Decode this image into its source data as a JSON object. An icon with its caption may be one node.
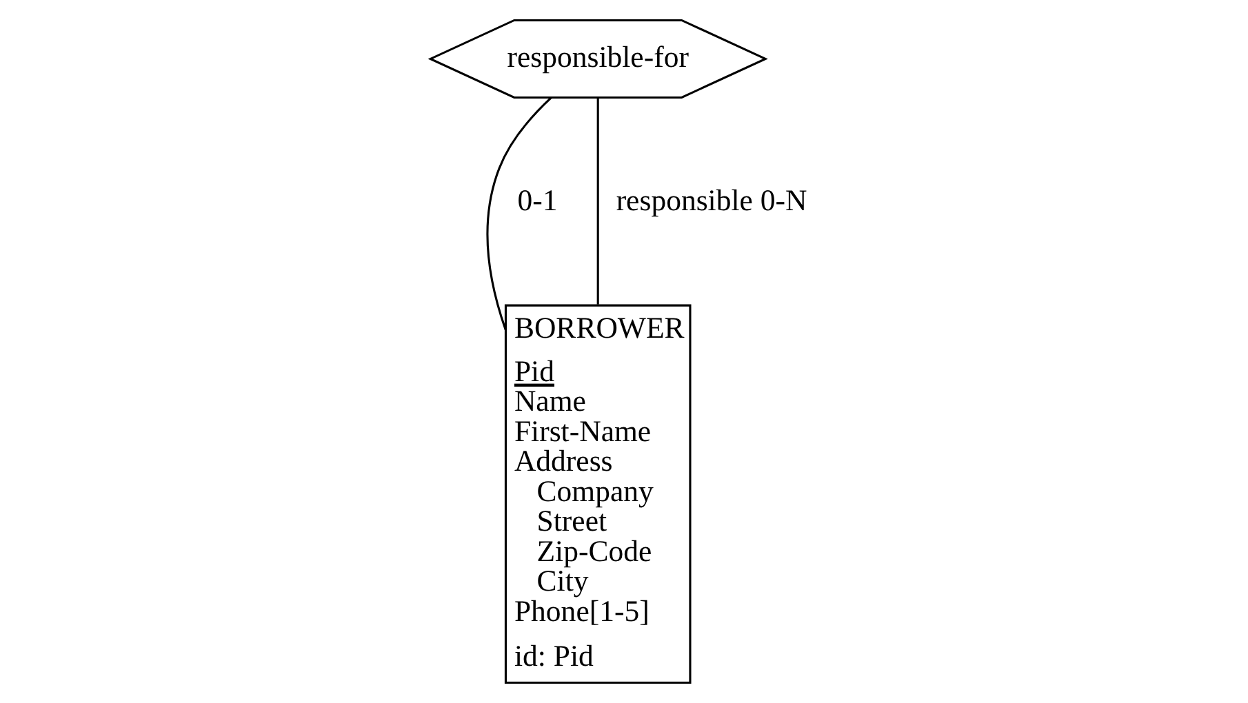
{
  "diagram": {
    "nodes": [
      {
        "text": [
          "responsible-for"
        ]
      },
      {
        "text": [
          "BORROWER",
          "Pid",
          "Name",
          "First-Name",
          "Address",
          "Company",
          "Street",
          "Zip-Code",
          "City",
          "Phone[1-5]",
          "id: Pid"
        ]
      }
    ],
    "edges": [
      {
        "from": 0,
        "to": 1,
        "arrow": "none",
        "label": "0-1"
      },
      {
        "from": 0,
        "to": 1,
        "arrow": "none",
        "label": "responsible 0-N"
      }
    ]
  }
}
